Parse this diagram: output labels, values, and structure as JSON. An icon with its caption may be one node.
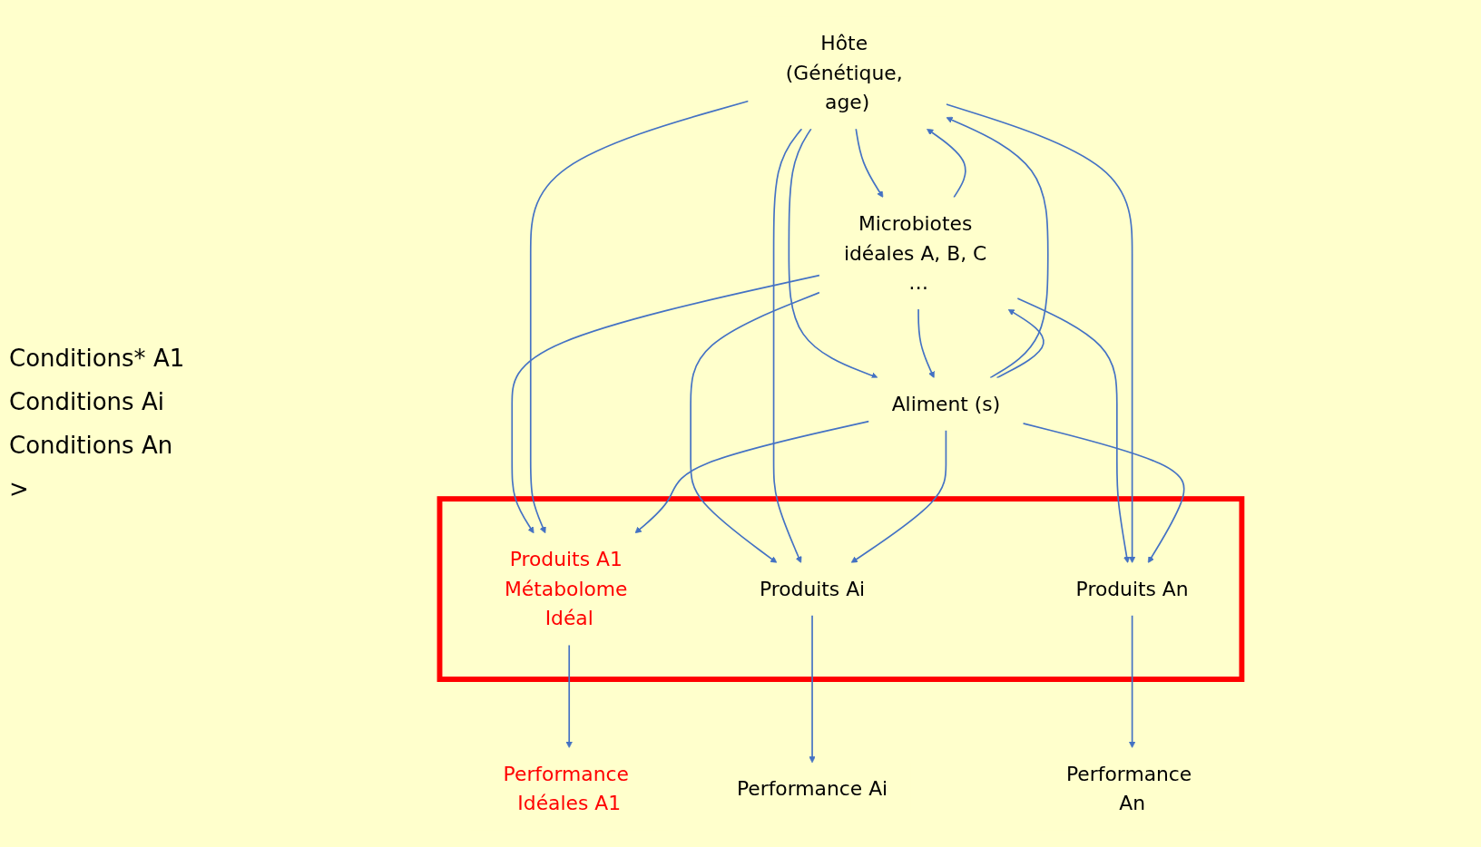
{
  "diagram": {
    "nodes": [
      {
        "text": [
          "Hôte (Génétique, age)"
        ]
      },
      {
        "text": [
          "Microbiotes idéales A, B, C …"
        ]
      },
      {
        "text": [
          "Aliment (s)"
        ]
      },
      {
        "text": [],
        "shape": "box"
      },
      {
        "text": [
          "Produits A1 Métabolome Idéal"
        ],
        "in": 3
      },
      {
        "text": [
          "Produits Ai"
        ],
        "in": 3
      },
      {
        "text": [
          "Produits An"
        ],
        "in": 3
      },
      {
        "text": [
          "Performance Idéales A1"
        ]
      },
      {
        "text": [
          "Performance Ai"
        ]
      },
      {
        "text": [
          "Performance An"
        ]
      }
    ],
    "edges": [
      {
        "from": 1,
        "to": 0,
        "arrow": "to"
      },
      {
        "from": 0,
        "to": 1,
        "arrow": "to"
      },
      {
        "from": 0,
        "to": 2,
        "arrow": "to"
      },
      {
        "from": 2,
        "to": 0,
        "arrow": "to"
      },
      {
        "from": 1,
        "to": 2,
        "arrow": "to"
      },
      {
        "from": 2,
        "to": 1,
        "arrow": "to"
      },
      {
        "from": 1,
        "to": 4,
        "arrow": "to"
      },
      {
        "from": 1,
        "to": 5,
        "arrow": "to"
      },
      {
        "from": 1,
        "to": 6,
        "arrow": "to"
      },
      {
        "from": 0,
        "to": 4,
        "arrow": "to"
      },
      {
        "from": 0,
        "to": 5,
        "arrow": "to"
      },
      {
        "from": 0,
        "to": 6,
        "arrow": "to"
      },
      {
        "from": 2,
        "to": 4,
        "arrow": "to"
      },
      {
        "from": 2,
        "to": 5,
        "arrow": "to"
      },
      {
        "from": 2,
        "to": 6,
        "arrow": "to"
      },
      {
        "from": 4,
        "to": 7,
        "arrow": "to"
      },
      {
        "from": 5,
        "to": 8,
        "arrow": "to"
      },
      {
        "from": 6,
        "to": 9,
        "arrow": "to"
      }
    ],
    "labels": [
      "Conditions* A1",
      "Conditions Ai",
      "Conditions An",
      ">"
    ]
  }
}
